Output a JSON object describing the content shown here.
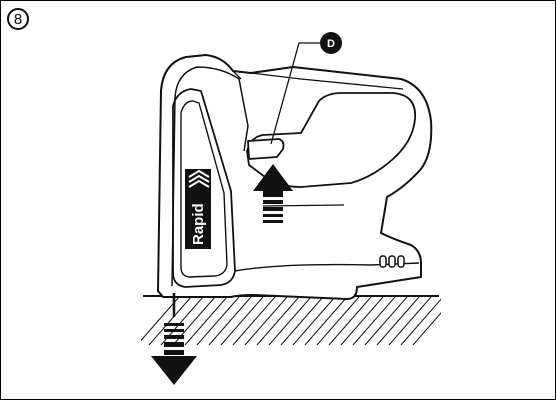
{
  "figure": {
    "step_number": "8",
    "brand_label": "Rapid",
    "callout_letter": "D"
  },
  "colors": {
    "ink": "#111111",
    "background": "#ffffff"
  }
}
